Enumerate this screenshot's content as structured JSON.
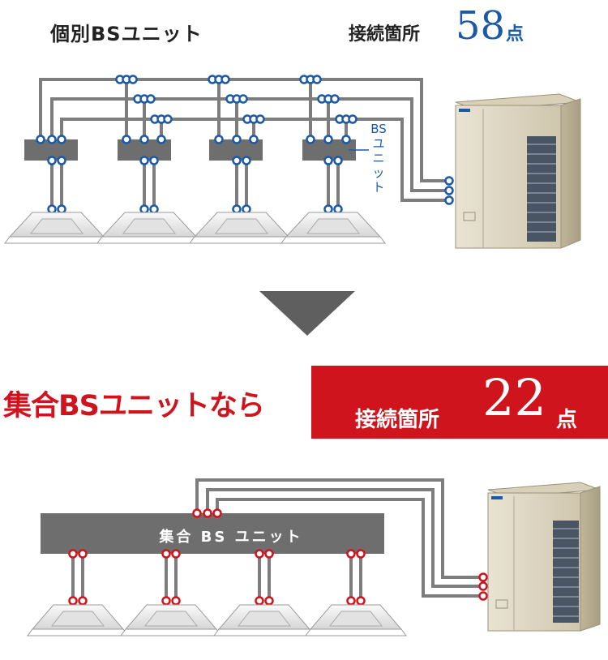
{
  "top": {
    "title": "個別BSユニット",
    "connections_label": "接続箇所",
    "connections_count": "58",
    "connections_unit": "点",
    "bs_unit_label": "BSユニット"
  },
  "bottom": {
    "headline": "集合BSユニットなら",
    "connections_label": "接続箇所",
    "connections_count": "22",
    "connections_unit": "点",
    "multi_bs_label": "集合 BS ユニット"
  },
  "colors": {
    "pipe": "#7d7d7d",
    "bs_box": "#6e6e6e",
    "blue_accent": "#1b5aa6",
    "red_accent": "#d0141e",
    "arrow": "#5f5f5f",
    "outdoor_unit": "#ddd5c0"
  },
  "icons": {
    "arrow": "triangle-down-icon",
    "joint_top": "pipe-joint-blue-icon",
    "joint_bottom": "pipe-joint-red-icon",
    "indoor_unit": "ceiling-cassette-icon",
    "outdoor_unit": "outdoor-unit-icon"
  }
}
